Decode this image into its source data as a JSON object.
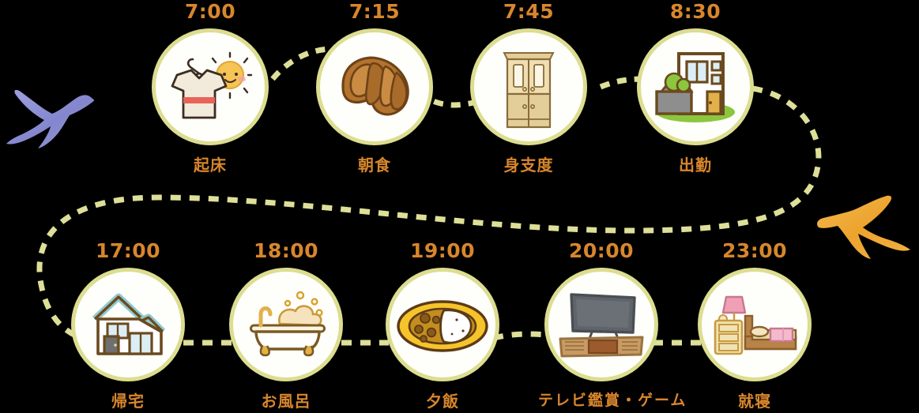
{
  "theme": {
    "background": "#000000",
    "accent_text": "#D8862C",
    "ring": "#DCDD90",
    "bubble_fill": "#FEFEFA",
    "path_dash": "#DEDF98",
    "bird_left": "#8D8FD4",
    "bird_right": "#EFA838"
  },
  "timeline": {
    "rows": [
      {
        "row": "morning",
        "items": [
          {
            "time": "7:00",
            "label": "起床",
            "icon": "shirt-hanger-sun-icon"
          },
          {
            "time": "7:15",
            "label": "朝食",
            "icon": "croissant-icon"
          },
          {
            "time": "7:45",
            "label": "身支度",
            "icon": "wardrobe-cabinet-icon"
          },
          {
            "time": "8:30",
            "label": "出勤",
            "icon": "office-building-icon"
          }
        ]
      },
      {
        "row": "evening",
        "items": [
          {
            "time": "17:00",
            "label": "帰宅",
            "icon": "house-icon"
          },
          {
            "time": "18:00",
            "label": "お風呂",
            "icon": "bathtub-icon"
          },
          {
            "time": "19:00",
            "label": "夕飯",
            "icon": "curry-rice-icon"
          },
          {
            "time": "20:00",
            "label": "テレビ鑑賞・ゲーム",
            "icon": "television-icon"
          },
          {
            "time": "23:00",
            "label": "就寝",
            "icon": "bed-lamp-icon"
          }
        ]
      }
    ]
  },
  "decorations": [
    {
      "name": "swallow-bird-left",
      "color": "#8D8FD4"
    },
    {
      "name": "swallow-bird-right",
      "color": "#EFA838"
    }
  ]
}
